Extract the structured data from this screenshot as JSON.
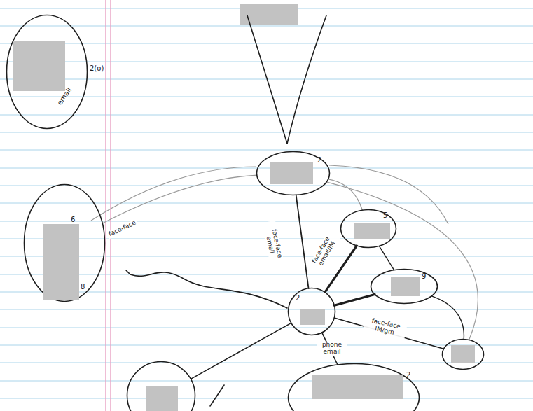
{
  "diagram": {
    "nodes": [
      {
        "text": [
          "2(o)",
          "email"
        ]
      },
      {
        "text": [
          "2"
        ]
      },
      {
        "text": [
          "6",
          "8"
        ]
      },
      {
        "text": [
          "5"
        ]
      },
      {
        "text": [
          "9"
        ]
      },
      {
        "text": [
          "2"
        ]
      },
      {
        "text": []
      },
      {
        "text": []
      },
      {
        "text": [
          "2"
        ]
      }
    ],
    "edges": [
      {
        "from": 1,
        "to": 5,
        "arrow": "none",
        "label": "face-face email"
      },
      {
        "from": 2,
        "to": 1,
        "arrow": "none",
        "label": "face-face"
      },
      {
        "from": 3,
        "to": 5,
        "arrow": "none",
        "label": "face-face email/IM"
      },
      {
        "from": 4,
        "to": 5,
        "arrow": "none"
      },
      {
        "from": 5,
        "to": 6,
        "arrow": "none",
        "label": "face-face IM/gm"
      },
      {
        "from": 5,
        "to": 8,
        "arrow": "none",
        "label": "phone email"
      },
      {
        "from": 5,
        "to": 7,
        "arrow": "none"
      },
      {
        "from": 1,
        "to": 3,
        "arrow": "none"
      },
      {
        "from": 3,
        "to": 4,
        "arrow": "none"
      },
      {
        "from": 4,
        "to": 6,
        "arrow": "none"
      },
      {
        "from": 1,
        "to": 6,
        "arrow": "none"
      }
    ]
  }
}
